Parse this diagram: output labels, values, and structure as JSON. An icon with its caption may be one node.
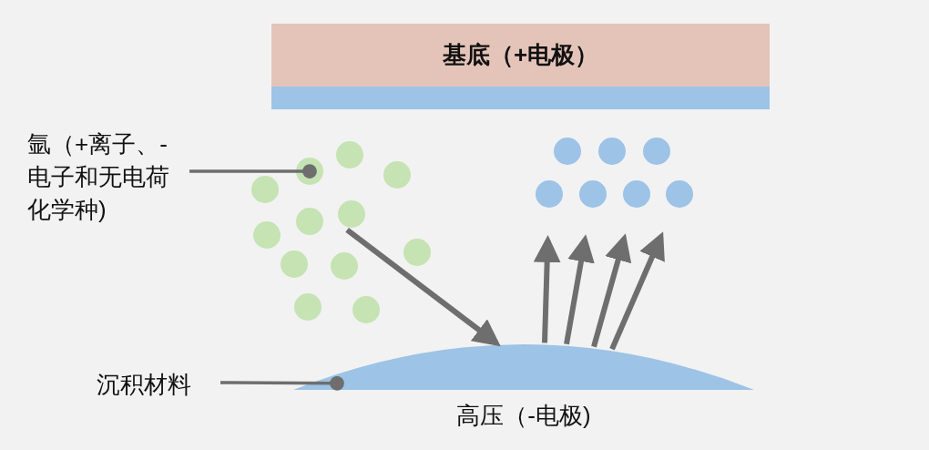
{
  "diagram": {
    "nodes": [
      {
        "text": [
          "基底（+电极）"
        ]
      },
      {
        "text": [],
        "shape": "bar"
      },
      {
        "text": [
          "氩（+离子、-电子和无电荷化学种)"
        ]
      },
      {
        "text": [],
        "shape": "circle"
      },
      {
        "text": [],
        "shape": "circle"
      },
      {
        "text": [],
        "shape": "circle"
      },
      {
        "text": [],
        "shape": "circle"
      },
      {
        "text": [],
        "shape": "circle"
      },
      {
        "text": [],
        "shape": "circle"
      },
      {
        "text": [],
        "shape": "circle"
      },
      {
        "text": [],
        "shape": "circle"
      },
      {
        "text": [],
        "shape": "circle"
      },
      {
        "text": [],
        "shape": "circle"
      },
      {
        "text": [],
        "shape": "circle"
      },
      {
        "text": [],
        "shape": "circle"
      },
      {
        "text": [],
        "shape": "circle"
      },
      {
        "text": [],
        "shape": "circle"
      },
      {
        "text": [],
        "shape": "circle"
      },
      {
        "text": [],
        "shape": "circle"
      },
      {
        "text": [],
        "shape": "circle"
      },
      {
        "text": [],
        "shape": "circle"
      },
      {
        "text": [],
        "shape": "circle"
      },
      {
        "text": [
          "沉积材料"
        ]
      },
      {
        "text": [
          "高压（-电极)"
        ]
      }
    ],
    "edges": [
      {
        "from": 2,
        "to": 4,
        "arrow": "other"
      },
      {
        "from": 22,
        "to": 23,
        "arrow": "other"
      },
      {
        "from": 7,
        "to": 23,
        "arrow": "to"
      },
      {
        "from": 23,
        "to": 18,
        "arrow": "to"
      },
      {
        "from": 23,
        "to": 19,
        "arrow": "to"
      },
      {
        "from": 23,
        "to": 20,
        "arrow": "to"
      },
      {
        "from": 23,
        "to": 21,
        "arrow": "to"
      }
    ]
  }
}
